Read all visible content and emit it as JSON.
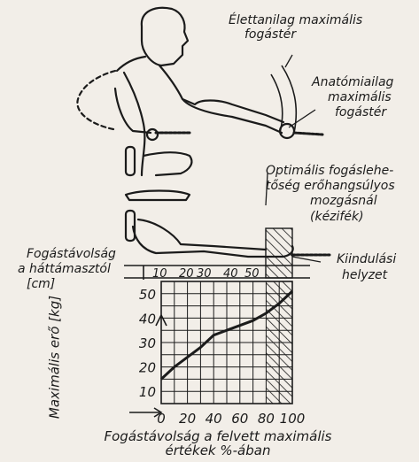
{
  "annotations": {
    "physiological_max": [
      "Élettanilag maximális",
      "fogástér"
    ],
    "anatomical_max": [
      "Anatómiailag",
      "maximális",
      "fogástér"
    ],
    "optimal": [
      "Optimális fogáslehe-",
      "tőség erőhangsúlyos",
      "mozgásnál",
      "(kézifék)"
    ],
    "start_position": [
      "Kiindulási",
      "helyzet"
    ],
    "grip_distance": [
      "Fogástávolság",
      "a háttámasztól",
      "[cm]"
    ]
  },
  "ruler": {
    "ticks": [
      "10",
      "20",
      "30",
      "40",
      "50"
    ]
  },
  "chart_data": {
    "type": "line",
    "title": "",
    "xlabel": "Fogástávolság a felvett maximális értékek %-ában",
    "ylabel": "Maximális erő [kg]",
    "x_ticks": [
      "0",
      "20",
      "40",
      "60",
      "80",
      "100"
    ],
    "y_ticks": [
      "10",
      "20",
      "30",
      "40",
      "50"
    ],
    "xlim": [
      0,
      100
    ],
    "ylim": [
      5,
      55
    ],
    "grid": true,
    "highlight_band_x": [
      80,
      100
    ],
    "series": [
      {
        "x": [
          0,
          10,
          20,
          30,
          40,
          50,
          60,
          70,
          80,
          90,
          100
        ],
        "y": [
          15,
          20,
          24,
          28,
          33,
          35,
          37,
          39,
          42,
          46,
          51
        ]
      }
    ]
  },
  "colors": {
    "ink": "#1b1b1b",
    "paper": "#f2eee8"
  }
}
